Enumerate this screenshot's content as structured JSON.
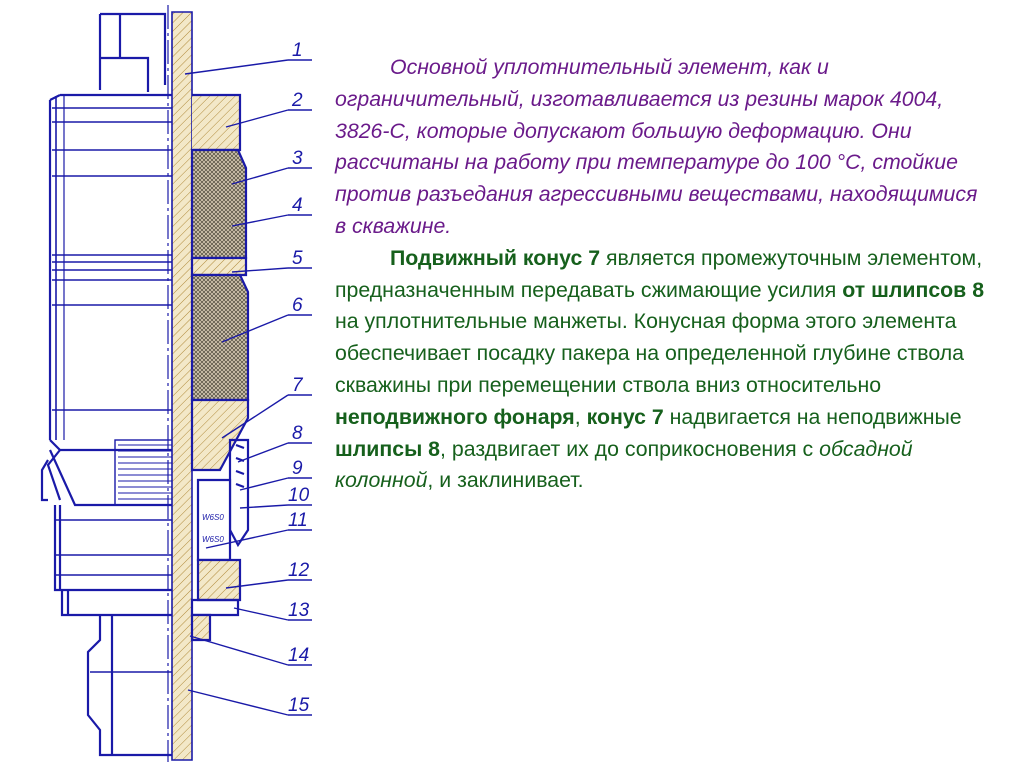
{
  "callouts": [
    "1",
    "2",
    "3",
    "4",
    "5",
    "6",
    "7",
    "8",
    "9",
    "10",
    "11",
    "12",
    "13",
    "14",
    "15"
  ],
  "text": {
    "para1": "Основной уплотнительный элемент, как и ограничительный, изготавливается из резины марок 4004, 3826-С, которые допускают большую деформацию. Они рассчитаны на работу при температуре до 100 °С, стойкие против разъедания агрессивными веществами, находящимися в скважине.",
    "p2_s1": "Подвижный конус 7",
    "p2_s2": " является промежуточным элементом, предназначенным передавать сжимающие усилия ",
    "p2_s3": "от шлипсов 8",
    "p2_s4": " на уплотнительные манжеты. Конусная форма этого элемента обеспечивает посадку пакера на определенной глубине ствола скважины при перемещении ствола вниз относительно ",
    "p2_s5": "неподвижного фонаря",
    "p2_s6": ", ",
    "p2_s7": "конус 7",
    "p2_s8": " надвигается на неподвижные ",
    "p2_s9": "шлипсы 8",
    "p2_s10": ", раздвигает их до соприкосновения с ",
    "p2_s11": "обсадной колонной",
    "p2_s12": ", и заклинивает."
  },
  "colors": {
    "drawing_line": "#1a1aa8",
    "hatch": "#c8a96a",
    "para1": "#6a1a8a",
    "para2": "#16601c"
  },
  "icons": {
    "part_label_9": "W6S0",
    "part_label_11": "W6S0"
  }
}
